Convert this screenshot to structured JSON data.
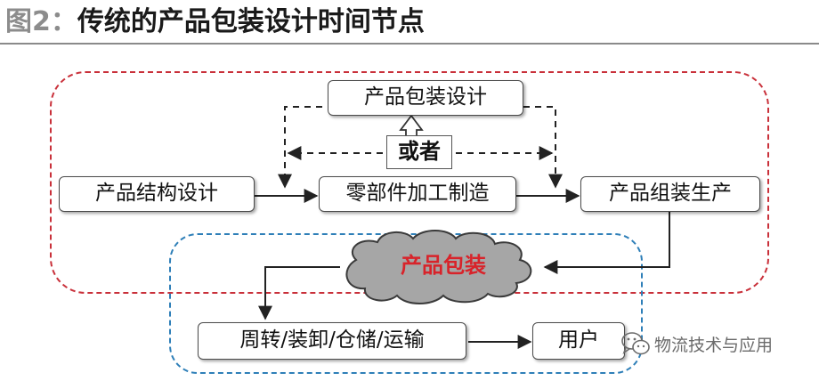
{
  "title": {
    "prefix": "图2：",
    "main": "传统的产品包装设计时间节点"
  },
  "nodes": {
    "packaging_design": "产品包装设计",
    "structure_design": "产品结构设计",
    "parts_manufacturing": "零部件加工制造",
    "assembly_production": "产品组装生产",
    "packaging": "产品包装",
    "logistics": "周转/装卸/仓储/运输",
    "user": "用户"
  },
  "or_label": "或者",
  "watermark": {
    "text": "物流技术与应用",
    "icon": "wechat-icon"
  },
  "colors": {
    "outer_group": "#c9303a",
    "inner_group": "#2e7fb8",
    "packaging_text": "#d8232a",
    "cloud_fill": "#a6a6a6"
  }
}
